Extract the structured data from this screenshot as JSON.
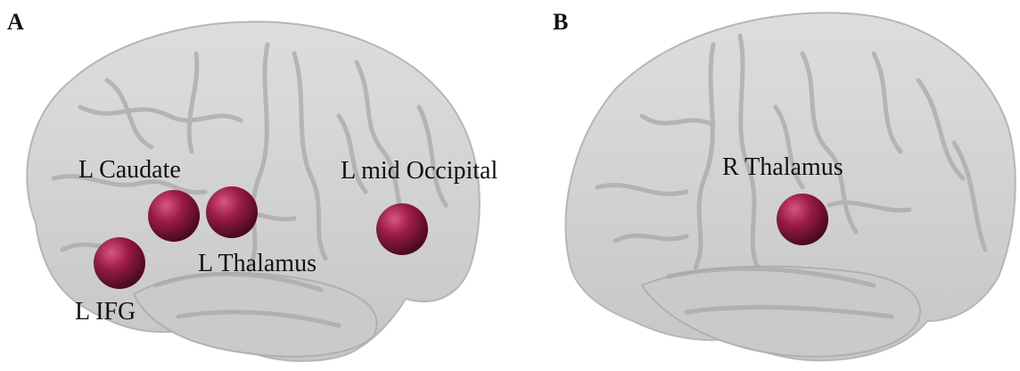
{
  "panels": [
    {
      "letter": "A",
      "hemisphere_view": "left lateral",
      "regions": [
        "L Caudate",
        "L mid Occipital",
        "L Thalamus",
        "L IFG"
      ]
    },
    {
      "letter": "B",
      "hemisphere_view": "right lateral",
      "regions": [
        "R Thalamus"
      ]
    }
  ],
  "colors": {
    "brain_fill": "#cfcfcf",
    "brain_edge": "#b3b3b3",
    "sulcus": "#a9a9a9",
    "sphere": "#9b1c46",
    "sphere_highlight": "#d9567f",
    "sphere_shadow": "#4a0a20"
  }
}
